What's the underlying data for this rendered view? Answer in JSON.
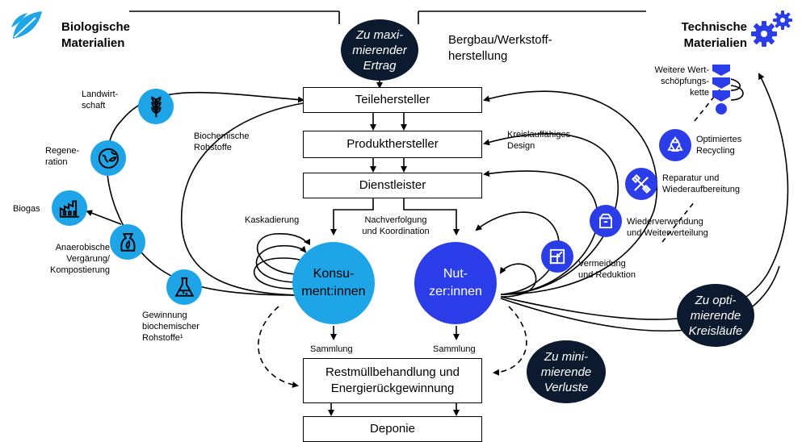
{
  "colors": {
    "light_blue": "#1da5e8",
    "dark_blue": "#2a3de8",
    "dark_oval": "#0b1a2e",
    "line": "#000000"
  },
  "headers": {
    "bio_line1": "Biologische",
    "bio_line2": "Materialien",
    "tech_line1": "Technische",
    "tech_line2": "Materialien"
  },
  "top_oval": {
    "l1": "Zu maxi-",
    "l2": "mierender",
    "l3": "Ertrag"
  },
  "top_label": {
    "l1": "Bergbau/Werkstoff-",
    "l2": "herstellung"
  },
  "boxes": {
    "teile": "Teilehersteller",
    "produkt": "Produkthersteller",
    "dienst": "Dienstleister",
    "rest_l1": "Restmüllbehandlung und",
    "rest_l2": "Energierückgewinnung",
    "deponie": "Deponie"
  },
  "centers": {
    "kons_l1": "Konsu-",
    "kons_l2": "ment:innen",
    "nutz_l1": "Nut-",
    "nutz_l2": "zer:innen"
  },
  "bio_items": {
    "landwirt_l1": "Landwirt-",
    "landwirt_l2": "schaft",
    "regen_l1": "Regene-",
    "regen_l2": "ration",
    "biogas": "Biogas",
    "anaerob_l1": "Anaerobische",
    "anaerob_l2": "Vergärung/",
    "anaerob_l3": "Kompostierung",
    "gewinn_l1": "Gewinnung",
    "gewinn_l2": "biochemischer",
    "gewinn_l3": "Rohstoffe¹",
    "biochem_l1": "Biochemische",
    "biochem_l2": "Rohstoffe"
  },
  "tech_items": {
    "wert_l1": "Weitere Wert-",
    "wert_l2": "schöpfungs-",
    "wert_l3": "kette",
    "recyc_l1": "Optimiertes",
    "recyc_l2": "Recycling",
    "repar_l1": "Reparatur und",
    "repar_l2": "Wiederaufbereitung",
    "wieder_l1": "Wiederverwendung",
    "wieder_l2": "und Weiterverteilung",
    "vermeid_l1": "Vermeidung",
    "vermeid_l2": "und Reduktion"
  },
  "flow_labels": {
    "kaskad": "Kaskadierung",
    "nachv_l1": "Nachverfolgung",
    "nachv_l2": "und Koordination",
    "kreis_l1": "Kreislauffähiges",
    "kreis_l2": "Design",
    "samm1": "Sammlung",
    "samm2": "Sammlung"
  },
  "ovals": {
    "opt_l1": "Zu opti-",
    "opt_l2": "mierende",
    "opt_l3": "Kreisläufe",
    "min_l1": "Zu mini-",
    "min_l2": "mierende",
    "min_l3": "Verluste"
  },
  "icons": [
    "leaf-logo",
    "gear-icon",
    "wheat-icon",
    "globe-leaf-icon",
    "factory-icon",
    "compost-bag-icon",
    "flask-icon",
    "chain-icon",
    "recycle-icon",
    "tools-icon",
    "reuse-box-icon",
    "reduce-icon"
  ]
}
